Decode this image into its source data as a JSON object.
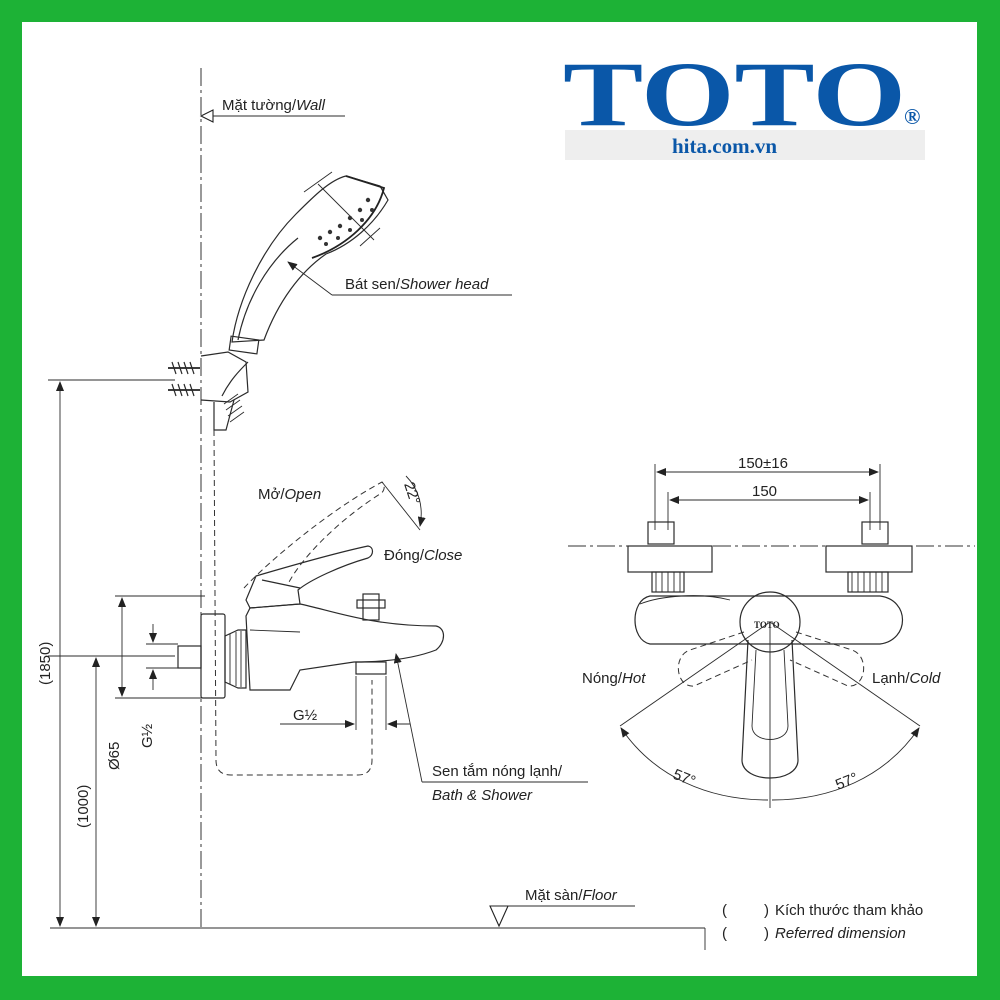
{
  "brand": {
    "logo_text": "TOTO",
    "registered_mark": "®",
    "website": "hita.com.vn",
    "logo_color": "#0a57a8",
    "frame_color": "#1db236"
  },
  "labels": {
    "wall_vi": "Mặt tường/",
    "wall_en": "Wall",
    "shower_head_vi": "Bát sen/",
    "shower_head_en": "Shower head",
    "open_vi": "Mở/",
    "open_en": "Open",
    "close_vi": "Đóng/",
    "close_en": "Close",
    "mixer_vi": "Sen tắm nóng lạnh/",
    "mixer_en": "Bath & Shower",
    "floor_vi": "Mặt sàn/",
    "floor_en": "Floor",
    "hot_vi": "Nóng/",
    "hot_en": "Hot",
    "cold_vi": "Lạnh/",
    "cold_en": "Cold",
    "handle_brand": "TOTO"
  },
  "dimensions": {
    "lever_angle": "22°",
    "total_height": "(1850)",
    "mixer_height": "(1000)",
    "body_diameter": "Ø65",
    "inlet_thread": "G½",
    "outlet_thread": "G½",
    "centers_tolerance": "150±16",
    "centers": "150",
    "hot_angle": "57°",
    "cold_angle": "57°"
  },
  "legend": {
    "paren_open": "(",
    "paren_close": ")",
    "ref_vi": "Kích thước tham khảo",
    "ref_en": "Referred dimension"
  }
}
